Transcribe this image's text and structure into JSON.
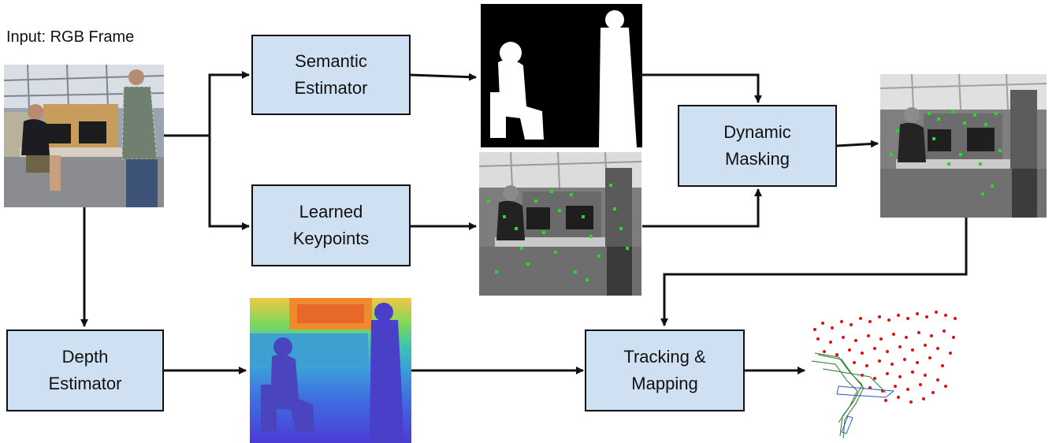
{
  "input_label": "Input: RGB Frame",
  "boxes": {
    "semantic": [
      "Semantic",
      "Estimator"
    ],
    "keypoints": [
      "Learned",
      "Keypoints"
    ],
    "dynamic": [
      "Dynamic",
      "Masking"
    ],
    "depth": [
      "Depth",
      "Estimator"
    ],
    "tracking": [
      "Tracking &",
      "Mapping"
    ]
  },
  "colors": {
    "box_fill": "#cfe0f3",
    "line": "#111111",
    "keypoint": "#22dd22",
    "map_point": "#dd1111",
    "trajectory": "#2a7a2a"
  }
}
